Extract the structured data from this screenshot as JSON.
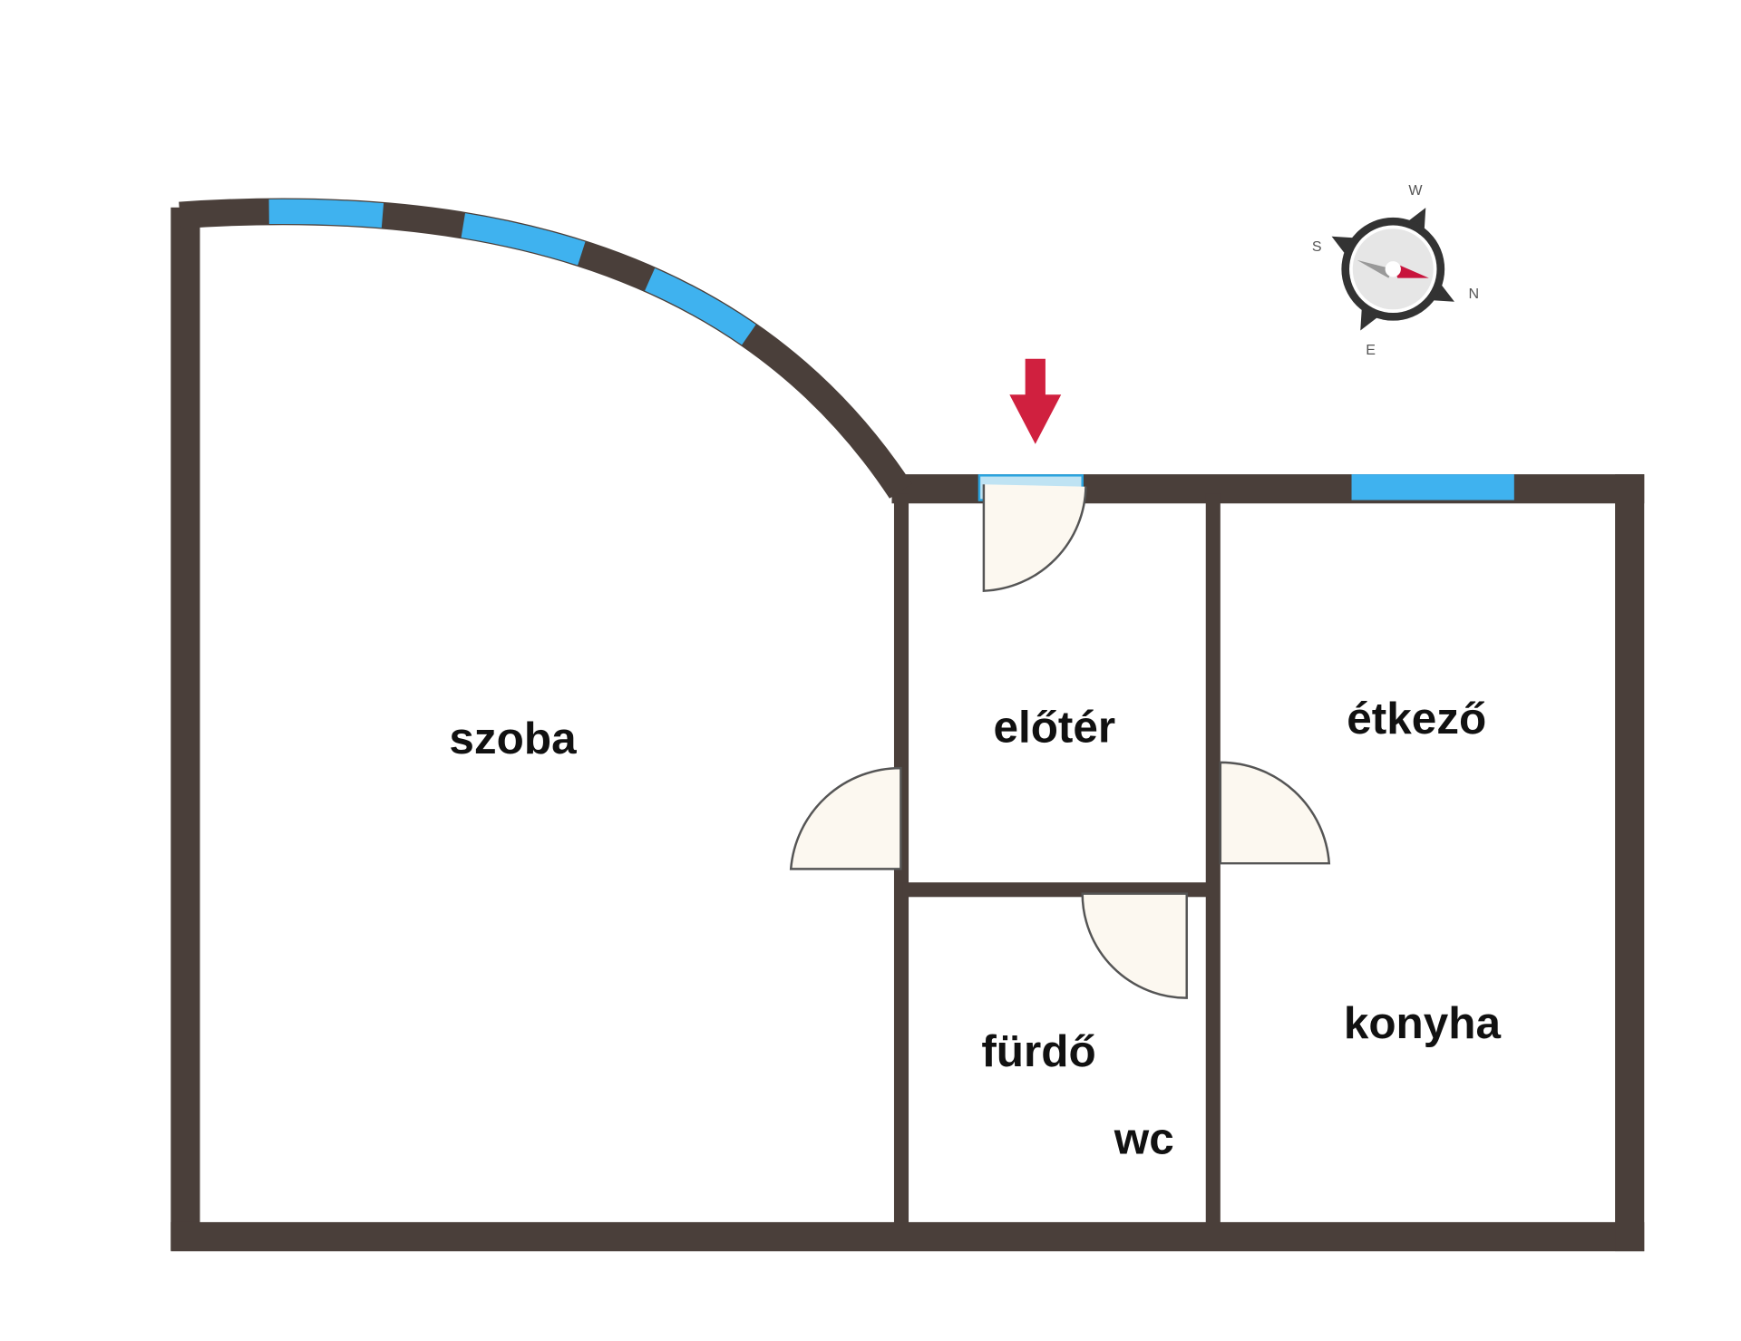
{
  "rooms": {
    "szoba": "szoba",
    "eloter": "előtér",
    "etkezo": "étkező",
    "konyha": "konyha",
    "furdo": "fürdő",
    "wc": "wc"
  },
  "compass": {
    "n": "N",
    "s": "S",
    "e": "E",
    "w": "W"
  },
  "colors": {
    "wall": "#4a3f3a",
    "window": "#3fb2ef",
    "entrance_window": "#bfe3f3",
    "door_fill": "#fcf8f0",
    "arrow": "#d0203f"
  }
}
